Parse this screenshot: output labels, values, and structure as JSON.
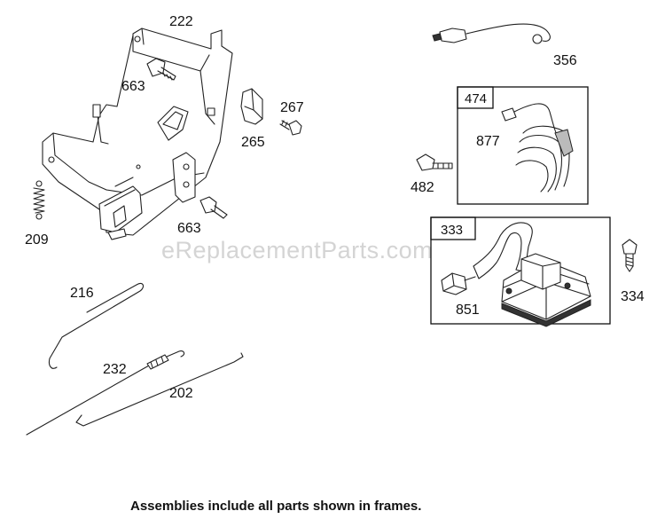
{
  "watermark": "eReplacementParts.com",
  "caption": "Assemblies include all parts shown in frames.",
  "callouts": {
    "p222": "222",
    "p663a": "663",
    "p267": "267",
    "p265": "265",
    "p209": "209",
    "p663b": "663",
    "p356": "356",
    "p877": "877",
    "p482": "482",
    "p851": "851",
    "p334": "334",
    "p216": "216",
    "p232": "232",
    "p202": "202"
  },
  "frames": {
    "f474": "474",
    "f333": "333"
  }
}
